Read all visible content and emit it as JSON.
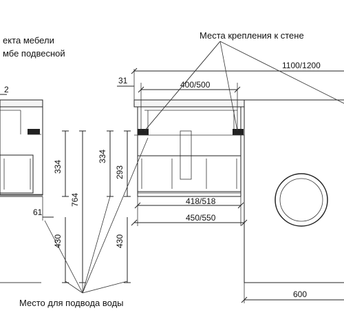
{
  "labels": {
    "kit_line1": "ектa мебели",
    "kit_line2": "мбе подвесной",
    "wall_mounts": "Места крепления к стене",
    "water_supply": "Место для подвода воды"
  },
  "dimensions": {
    "d_1100_1200": "1100/1200",
    "d_31": "31",
    "d_400_500": "400/500",
    "d_2": "2",
    "d_334_a": "334",
    "d_334_b": "334",
    "d_293": "293",
    "d_764": "764",
    "d_61": "61",
    "d_430_a": "430",
    "d_430_b": "430",
    "d_418_518": "418/518",
    "d_450_550": "450/550",
    "d_600": "600"
  }
}
